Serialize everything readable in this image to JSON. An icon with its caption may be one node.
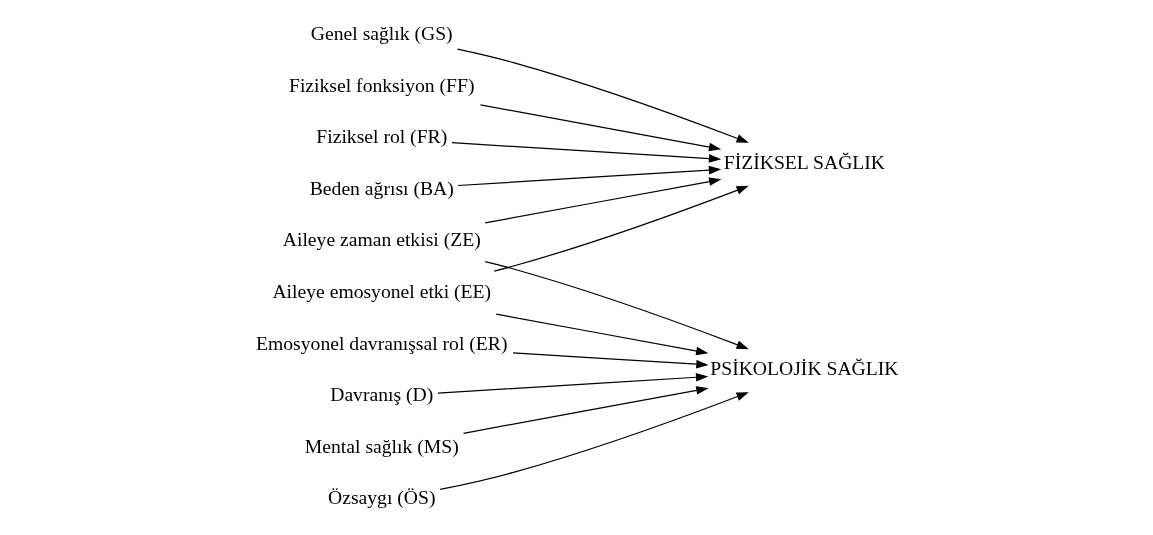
{
  "diagram": {
    "nodes": [
      {
        "text": [
          "Genel sağlık (GS)"
        ]
      },
      {
        "text": [
          "Fiziksel fonksiyon (FF)"
        ]
      },
      {
        "text": [
          "Fiziksel rol (FR)"
        ]
      },
      {
        "text": [
          "Beden ağrısı (BA)"
        ]
      },
      {
        "text": [
          "Aileye zaman etkisi (ZE)"
        ]
      },
      {
        "text": [
          "Aileye emosyonel etki (EE)"
        ]
      },
      {
        "text": [
          "Emosyonel davranışsal rol (ER)"
        ]
      },
      {
        "text": [
          "Davranış (D)"
        ]
      },
      {
        "text": [
          "Mental sağlık (MS)"
        ]
      },
      {
        "text": [
          "Özsaygı (ÖS)"
        ]
      },
      {
        "text": [
          "FİZİKSEL SAĞLIK"
        ]
      },
      {
        "text": [
          "PSİKOLOJİK SAĞLIK"
        ]
      }
    ],
    "edges": [
      {
        "from": 0,
        "to": 10,
        "arrow": "to"
      },
      {
        "from": 1,
        "to": 10,
        "arrow": "to"
      },
      {
        "from": 2,
        "to": 10,
        "arrow": "to"
      },
      {
        "from": 3,
        "to": 10,
        "arrow": "to"
      },
      {
        "from": 4,
        "to": 10,
        "arrow": "to"
      },
      {
        "from": 5,
        "to": 10,
        "arrow": "to"
      },
      {
        "from": 4,
        "to": 11,
        "arrow": "to"
      },
      {
        "from": 5,
        "to": 11,
        "arrow": "to"
      },
      {
        "from": 6,
        "to": 11,
        "arrow": "to"
      },
      {
        "from": 7,
        "to": 11,
        "arrow": "to"
      },
      {
        "from": 8,
        "to": 11,
        "arrow": "to"
      },
      {
        "from": 9,
        "to": 11,
        "arrow": "to"
      }
    ]
  }
}
